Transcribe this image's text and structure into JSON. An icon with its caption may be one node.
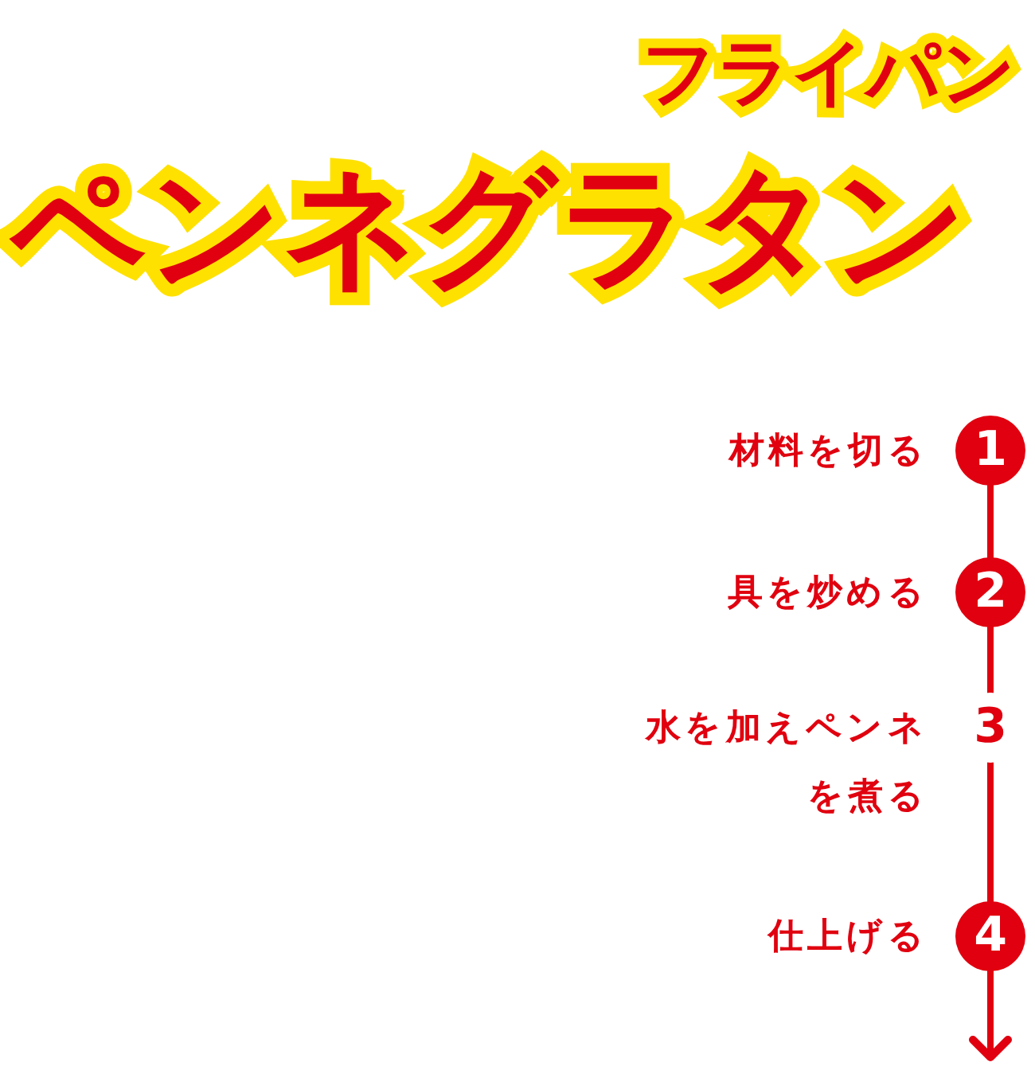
{
  "diagram": {
    "title": "ペンネグラタン",
    "labels": [
      "フライパン"
    ],
    "nodes": [
      {
        "text": [
          "1"
        ],
        "beside": [
          "材料を切る"
        ]
      },
      {
        "text": [
          "2"
        ],
        "beside": [
          "具を炒める"
        ]
      },
      {
        "text": [
          "3"
        ],
        "beside": [
          "水を加えペンネを煮る"
        ]
      },
      {
        "text": [
          "4"
        ],
        "beside": [
          "仕上げる"
        ]
      }
    ],
    "edges": [
      {
        "from": 0,
        "to": 1,
        "arrow": "none"
      },
      {
        "from": 1,
        "to": 2,
        "arrow": "none"
      },
      {
        "from": 2,
        "to": 3,
        "arrow": "none"
      },
      {
        "from": 3,
        "to": null,
        "arrow": "to"
      }
    ]
  }
}
